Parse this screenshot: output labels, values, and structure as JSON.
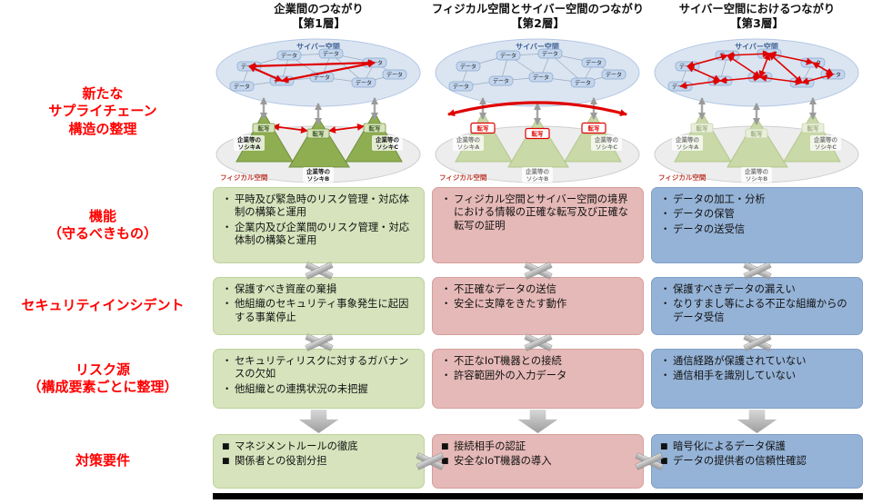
{
  "row_labels": {
    "structure": [
      "新たな",
      "サプライチェーン",
      "構造の整理"
    ],
    "function": [
      "機能",
      "（守るべきもの）"
    ],
    "incident": [
      "セキュリティインシデント"
    ],
    "risk": [
      "リスク源",
      "（構成要素ごとに整理）"
    ],
    "measures": [
      "対策要件"
    ]
  },
  "columns": [
    {
      "title": "企業間のつながり",
      "layer": "【第1層】",
      "function": [
        "平時及び緊急時のリスク管理・対応体制の構築と運用",
        "企業内及び企業間のリスク管理・対応体制の構築と運用"
      ],
      "incident": [
        "保護すべき資産の棄損",
        "他組織のセキュリティ事象発生に起因する事業停止"
      ],
      "risk": [
        "セキュリティリスクに対するガバナンスの欠如",
        "他組織との連携状況の未把握"
      ],
      "measures": [
        "マネジメントルールの徹底",
        "関係者との役割分担"
      ]
    },
    {
      "title": "フィジカル空間とサイバー空間のつながり",
      "layer": "【第2層】",
      "function": [
        "フィジカル空間とサイバー空間の境界における情報の正確な転写及び正確な転写の証明"
      ],
      "incident": [
        "不正確なデータの送信",
        "安全に支障をきたす動作"
      ],
      "risk": [
        "不正なIoT機器との接続",
        "許容範囲外の入力データ"
      ],
      "measures": [
        "接続相手の認証",
        "安全なIoT機器の導入"
      ]
    },
    {
      "title": "サイバー空間におけるつながり",
      "layer": "【第3層】",
      "function": [
        "データの加工・分析",
        "データの保管",
        "データの送受信"
      ],
      "incident": [
        "保護すべきデータの漏えい",
        "なりすまし等による不正な組織からのデータ受信"
      ],
      "risk": [
        "通信経路が保護されていない",
        "通信相手を識別していない"
      ],
      "measures": [
        "暗号化によるデータ保護",
        "データの提供者の信頼性確認"
      ]
    }
  ],
  "diagram": {
    "cyber_label": "サイバー空間",
    "physical_label": "フィジカル空間",
    "data_label": "データ",
    "transcription_label": "転写",
    "orgs": [
      [
        "企業等の",
        "ソシキA"
      ],
      [
        "企業等の",
        "ソシキB"
      ],
      [
        "企業等の",
        "ソシキC"
      ]
    ]
  },
  "colors": {
    "accent_red": "#ff0000",
    "box_green": "#d6e3bc",
    "box_pink": "#e5b9b7",
    "box_blue": "#95b3d7",
    "connector_gray": "#a6a6a6",
    "diagram_red": "#e00000",
    "triangle_green": "#8fae52",
    "cyber_fill": "#dbe5f1"
  }
}
